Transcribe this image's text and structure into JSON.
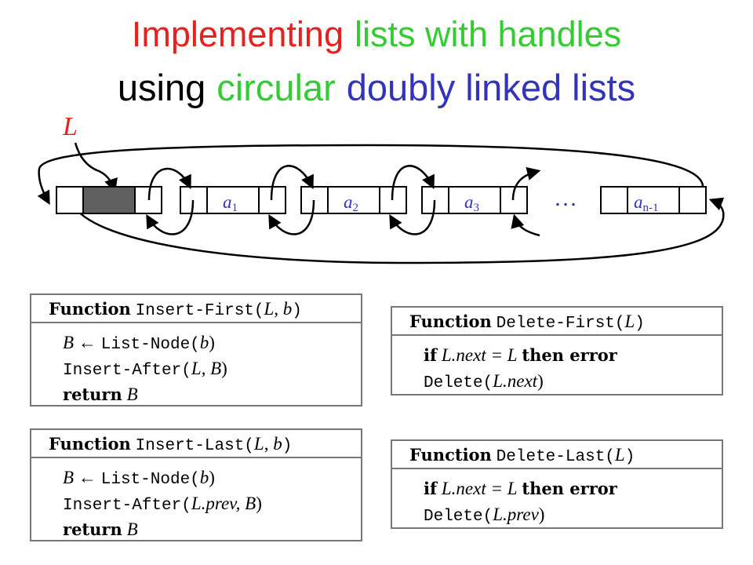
{
  "title": {
    "line1": [
      {
        "text": "Implementing",
        "color": "#e8201e"
      },
      {
        "text": "lists with handles",
        "color": "#33cc33"
      }
    ],
    "line2": [
      {
        "text": "using",
        "color": "#000000"
      },
      {
        "text": "circular",
        "color": "#33cc33"
      },
      {
        "text": "doubly linked lists",
        "color": "#3333bb"
      }
    ]
  },
  "diagram": {
    "handle_label": "L",
    "handle_color": "#e8201e",
    "sentinel_fill": "#606060",
    "nodes": [
      {
        "base": "a",
        "sub": "1"
      },
      {
        "base": "a",
        "sub": "2"
      },
      {
        "base": "a",
        "sub": "3"
      },
      {
        "base": "a",
        "sub": "n-1"
      }
    ],
    "ellipsis": "…"
  },
  "functions": {
    "insert_first": {
      "keyword": "Function",
      "name": "Insert-First(",
      "args": "L, b",
      "close": ")",
      "lines": [
        {
          "var": "B",
          "arrow": "←",
          "call": "List-Node(",
          "arg": "b",
          "end": ")"
        },
        {
          "call": "Insert-After(",
          "arg": "L, B",
          "end": ")"
        },
        {
          "kw": "return",
          "var": "B"
        }
      ]
    },
    "insert_last": {
      "keyword": "Function",
      "name": "Insert-Last(",
      "args": "L, b",
      "close": ")",
      "lines": [
        {
          "var": "B",
          "arrow": "←",
          "call": "List-Node(",
          "arg": "b",
          "end": ")"
        },
        {
          "call": "Insert-After(",
          "arg": "L.prev, B",
          "end": ")"
        },
        {
          "kw": "return",
          "var": "B"
        }
      ]
    },
    "delete_first": {
      "keyword": "Function",
      "name": "Delete-First(",
      "args": "L",
      "close": ")",
      "lines": [
        {
          "kw": "if",
          "cond": "L.next = L",
          "kw2": "then error"
        },
        {
          "call": "Delete(",
          "arg": "L.next",
          "end": ")"
        }
      ]
    },
    "delete_last": {
      "keyword": "Function",
      "name": "Delete-Last(",
      "args": "L",
      "close": ")",
      "lines": [
        {
          "kw": "if",
          "cond": "L.next = L",
          "kw2": "then error"
        },
        {
          "call": "Delete(",
          "arg": "L.prev",
          "end": ")"
        }
      ]
    }
  }
}
